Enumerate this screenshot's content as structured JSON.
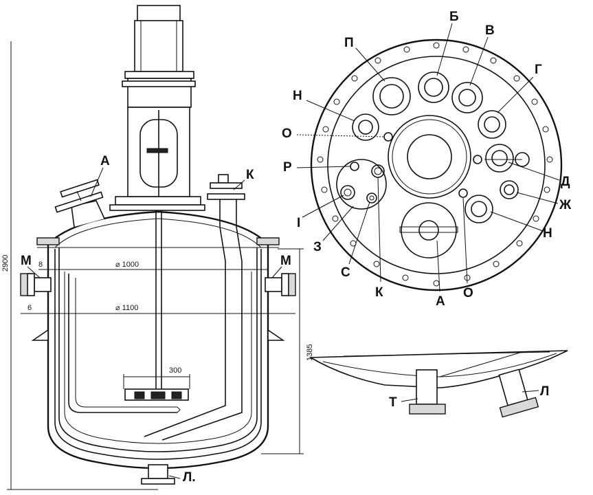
{
  "labels": {
    "A_side": "А",
    "K_side": "К",
    "M_left": "М",
    "M_right": "М",
    "L_bottom": "Л.",
    "P_top": "П",
    "B_top": "Б",
    "V_top": "В",
    "G_top": "Г",
    "N_top": "Н",
    "O_top": "О",
    "R_top": "Р",
    "I_top": "I",
    "Z_top": "З",
    "S_top": "С",
    "K_top": "К",
    "A_top": "А",
    "O_bottom": "О",
    "D_top": "Д",
    "Zh_top": "Ж",
    "N_bottom": "Н",
    "T_bottom": "Т",
    "L_bottom_right": "Л"
  },
  "dimensions": {
    "overall_height": "2900",
    "inner_diameter": "⌀ 1000",
    "outer_diameter": "⌀ 1100",
    "jacket_gap_top": "8",
    "jacket_gap_side": "6",
    "shell_height": "1385",
    "impeller_width": "300"
  }
}
